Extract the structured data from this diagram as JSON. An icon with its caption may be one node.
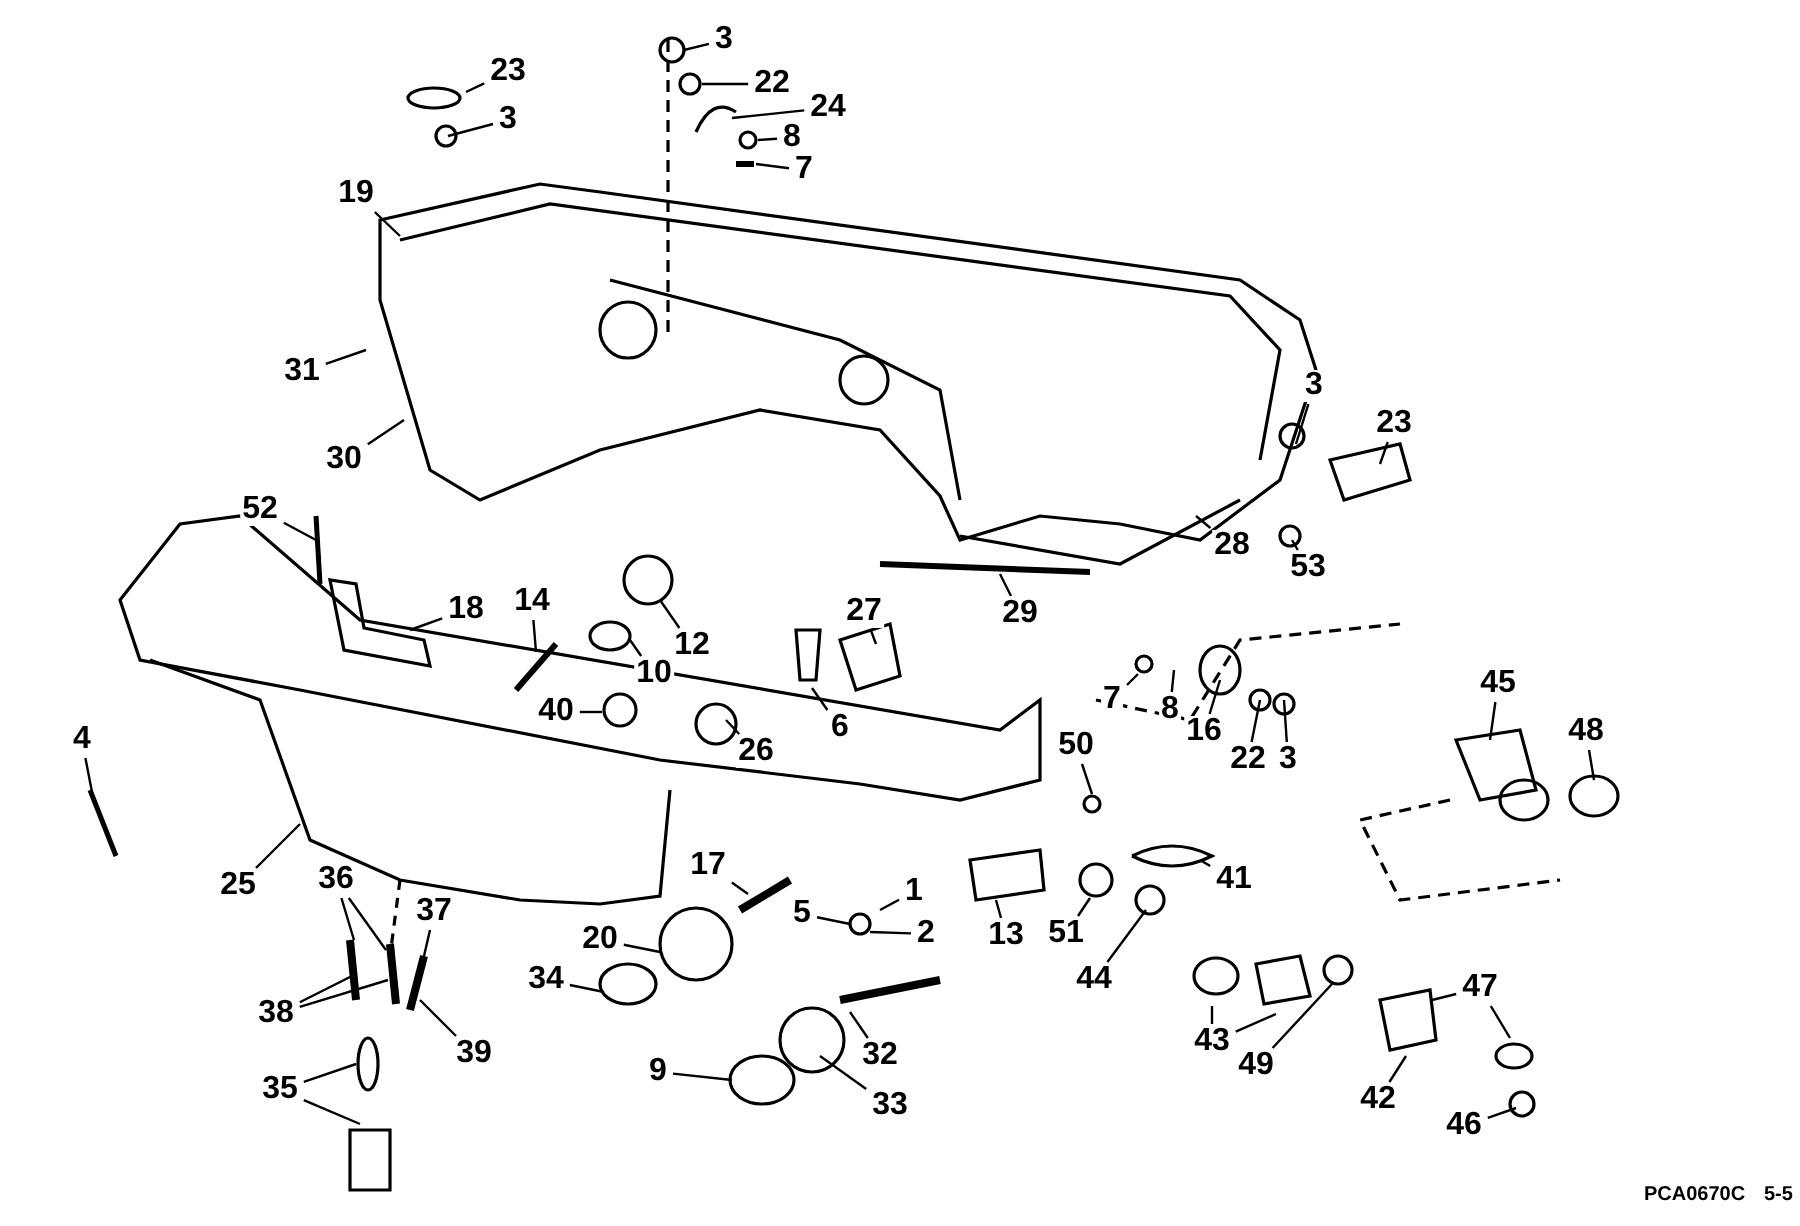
{
  "diagram": {
    "nodes": [
      {
        "text": [
          "23"
        ]
      },
      {
        "text": [
          "3"
        ]
      },
      {
        "text": [
          "3"
        ]
      },
      {
        "text": [
          "22"
        ]
      },
      {
        "text": [
          "24"
        ]
      },
      {
        "text": [
          "8"
        ]
      },
      {
        "text": [
          "7"
        ]
      },
      {
        "text": [
          "19"
        ]
      },
      {
        "text": [
          "31"
        ]
      },
      {
        "text": [
          "30"
        ]
      },
      {
        "text": [
          "52"
        ]
      },
      {
        "text": [
          "3"
        ]
      },
      {
        "text": [
          "23"
        ]
      },
      {
        "text": [
          "53"
        ]
      },
      {
        "text": [
          "28"
        ]
      },
      {
        "text": [
          "29"
        ]
      },
      {
        "text": [
          "18"
        ]
      },
      {
        "text": [
          "14"
        ]
      },
      {
        "text": [
          "12"
        ]
      },
      {
        "text": [
          "10"
        ]
      },
      {
        "text": [
          "27"
        ]
      },
      {
        "text": [
          "6"
        ]
      },
      {
        "text": [
          "40"
        ]
      },
      {
        "text": [
          "26"
        ]
      },
      {
        "text": [
          "4"
        ]
      },
      {
        "text": [
          "7"
        ]
      },
      {
        "text": [
          "8"
        ]
      },
      {
        "text": [
          "16"
        ]
      },
      {
        "text": [
          "22"
        ]
      },
      {
        "text": [
          "3"
        ]
      },
      {
        "text": [
          "50"
        ]
      },
      {
        "text": [
          "45"
        ]
      },
      {
        "text": [
          "48"
        ]
      },
      {
        "text": [
          "1"
        ]
      },
      {
        "text": [
          "5"
        ]
      },
      {
        "text": [
          "2"
        ]
      },
      {
        "text": [
          "17"
        ]
      },
      {
        "text": [
          "13"
        ]
      },
      {
        "text": [
          "41"
        ]
      },
      {
        "text": [
          "51"
        ]
      },
      {
        "text": [
          "44"
        ]
      },
      {
        "text": [
          "25"
        ]
      },
      {
        "text": [
          "36"
        ]
      },
      {
        "text": [
          "37"
        ]
      },
      {
        "text": [
          "20"
        ]
      },
      {
        "text": [
          "34"
        ]
      },
      {
        "text": [
          "38"
        ]
      },
      {
        "text": [
          "39"
        ]
      },
      {
        "text": [
          "35"
        ]
      },
      {
        "text": [
          "9"
        ]
      },
      {
        "text": [
          "32"
        ]
      },
      {
        "text": [
          "33"
        ]
      },
      {
        "text": [
          "43"
        ]
      },
      {
        "text": [
          "49"
        ]
      },
      {
        "text": [
          "42"
        ]
      },
      {
        "text": [
          "47"
        ]
      },
      {
        "text": [
          "46"
        ]
      }
    ],
    "edges": [
      {
        "from": 0,
        "to": null,
        "arrow": "none"
      },
      {
        "from": 1,
        "to": null,
        "arrow": "none"
      },
      {
        "from": 2,
        "to": null,
        "arrow": "none"
      },
      {
        "from": 3,
        "to": null,
        "arrow": "none"
      },
      {
        "from": 4,
        "to": null,
        "arrow": "none"
      },
      {
        "from": 5,
        "to": null,
        "arrow": "none"
      },
      {
        "from": 6,
        "to": null,
        "arrow": "none"
      },
      {
        "from": 7,
        "to": null,
        "arrow": "none"
      },
      {
        "from": 8,
        "to": null,
        "arrow": "none"
      },
      {
        "from": 9,
        "to": null,
        "arrow": "none"
      },
      {
        "from": 10,
        "to": null,
        "arrow": "none"
      },
      {
        "from": 11,
        "to": null,
        "arrow": "none"
      },
      {
        "from": 12,
        "to": null,
        "arrow": "none"
      },
      {
        "from": 13,
        "to": null,
        "arrow": "none"
      },
      {
        "from": 14,
        "to": null,
        "arrow": "none"
      },
      {
        "from": 15,
        "to": null,
        "arrow": "none"
      },
      {
        "from": 16,
        "to": null,
        "arrow": "none"
      },
      {
        "from": 17,
        "to": null,
        "arrow": "none"
      },
      {
        "from": 18,
        "to": null,
        "arrow": "none"
      },
      {
        "from": 19,
        "to": null,
        "arrow": "none"
      },
      {
        "from": 20,
        "to": null,
        "arrow": "none"
      },
      {
        "from": 21,
        "to": null,
        "arrow": "none"
      },
      {
        "from": 22,
        "to": null,
        "arrow": "none"
      },
      {
        "from": 23,
        "to": null,
        "arrow": "none"
      },
      {
        "from": 24,
        "to": null,
        "arrow": "none"
      },
      {
        "from": 25,
        "to": null,
        "arrow": "none"
      },
      {
        "from": 26,
        "to": null,
        "arrow": "none"
      },
      {
        "from": 27,
        "to": null,
        "arrow": "none"
      },
      {
        "from": 28,
        "to": null,
        "arrow": "none"
      },
      {
        "from": 29,
        "to": null,
        "arrow": "none"
      },
      {
        "from": 30,
        "to": null,
        "arrow": "none"
      },
      {
        "from": 31,
        "to": null,
        "arrow": "none"
      },
      {
        "from": 32,
        "to": null,
        "arrow": "none"
      },
      {
        "from": 33,
        "to": null,
        "arrow": "none"
      },
      {
        "from": 34,
        "to": null,
        "arrow": "none"
      },
      {
        "from": 35,
        "to": null,
        "arrow": "none"
      },
      {
        "from": 36,
        "to": null,
        "arrow": "none"
      },
      {
        "from": 37,
        "to": null,
        "arrow": "none"
      },
      {
        "from": 38,
        "to": null,
        "arrow": "none"
      },
      {
        "from": 39,
        "to": null,
        "arrow": "none"
      },
      {
        "from": 40,
        "to": null,
        "arrow": "none"
      },
      {
        "from": 41,
        "to": null,
        "arrow": "none"
      },
      {
        "from": 42,
        "to": null,
        "arrow": "none"
      },
      {
        "from": 42,
        "to": null,
        "arrow": "none"
      },
      {
        "from": 43,
        "to": null,
        "arrow": "none"
      },
      {
        "from": 44,
        "to": null,
        "arrow": "none"
      },
      {
        "from": 45,
        "to": null,
        "arrow": "none"
      },
      {
        "from": 46,
        "to": null,
        "arrow": "none"
      },
      {
        "from": 46,
        "to": null,
        "arrow": "none"
      },
      {
        "from": 47,
        "to": null,
        "arrow": "none"
      },
      {
        "from": 48,
        "to": null,
        "arrow": "none"
      },
      {
        "from": 48,
        "to": null,
        "arrow": "none"
      },
      {
        "from": 49,
        "to": null,
        "arrow": "none"
      },
      {
        "from": 50,
        "to": null,
        "arrow": "none"
      },
      {
        "from": 51,
        "to": null,
        "arrow": "none"
      },
      {
        "from": 52,
        "to": null,
        "arrow": "none"
      },
      {
        "from": 52,
        "to": null,
        "arrow": "none"
      },
      {
        "from": 53,
        "to": null,
        "arrow": "none"
      },
      {
        "from": 54,
        "to": null,
        "arrow": "none"
      },
      {
        "from": 55,
        "to": null,
        "arrow": "none"
      },
      {
        "from": 55,
        "to": null,
        "arrow": "none"
      },
      {
        "from": 56,
        "to": null,
        "arrow": "none"
      }
    ],
    "labels": [
      "PCA0670C",
      "5-5"
    ]
  }
}
